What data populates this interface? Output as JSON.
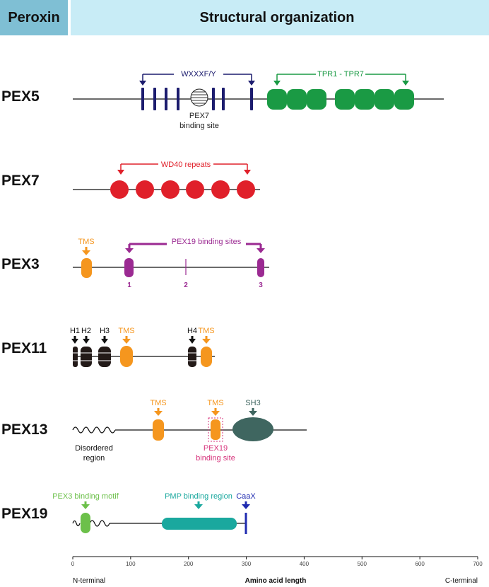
{
  "header": {
    "left": "Peroxin",
    "right": "Structural organization",
    "left_bg": "#7fbfd4",
    "right_bg": "#c8ecf6"
  },
  "colors": {
    "pex5_motif": "#1c1c6e",
    "pex5_tpr": "#1a9a44",
    "pex7_wd40": "#e0202a",
    "tms": "#f5961e",
    "pex3_binding": "#9b2a92",
    "pex11_helix": "#231a18",
    "pex13_pex19": "#d6307a",
    "pex13_sh3": "#3f6660",
    "pex19_pex3_motif": "#6cc04a",
    "pex19_pmp": "#1aa89e",
    "pex19_caax": "#1f2bb0"
  },
  "proteins": {
    "pex5": {
      "name": "PEX5",
      "motif_label": "WXXXF/Y",
      "tpr_label": "TPR1 - TPR7",
      "site_label_1": "PEX7",
      "site_label_2": "binding site"
    },
    "pex7": {
      "name": "PEX7",
      "repeats_label": "WD40 repeats"
    },
    "pex3": {
      "name": "PEX3",
      "tms_label": "TMS",
      "binding_label": "PEX19 binding sites",
      "site_numbers": [
        "1",
        "2",
        "3"
      ]
    },
    "pex11": {
      "name": "PEX11",
      "helix_labels": [
        "H1",
        "H2",
        "H3",
        "H4"
      ],
      "tms_label": "TMS"
    },
    "pex13": {
      "name": "PEX13",
      "tms_label": "TMS",
      "sh3_label": "SH3",
      "disordered_1": "Disordered",
      "disordered_2": "region",
      "pex19_1": "PEX19",
      "pex19_2": "binding site"
    },
    "pex19": {
      "name": "PEX19",
      "pex3_label": "PEX3 binding motif",
      "pmp_label": "PMP binding region",
      "caax_label": "CaaX"
    }
  },
  "axis": {
    "ticks": [
      "0",
      "100",
      "200",
      "300",
      "400",
      "500",
      "600",
      "700"
    ],
    "left_label": "N-terminal",
    "title": "Amino acid length",
    "right_label": "C-terminal"
  }
}
